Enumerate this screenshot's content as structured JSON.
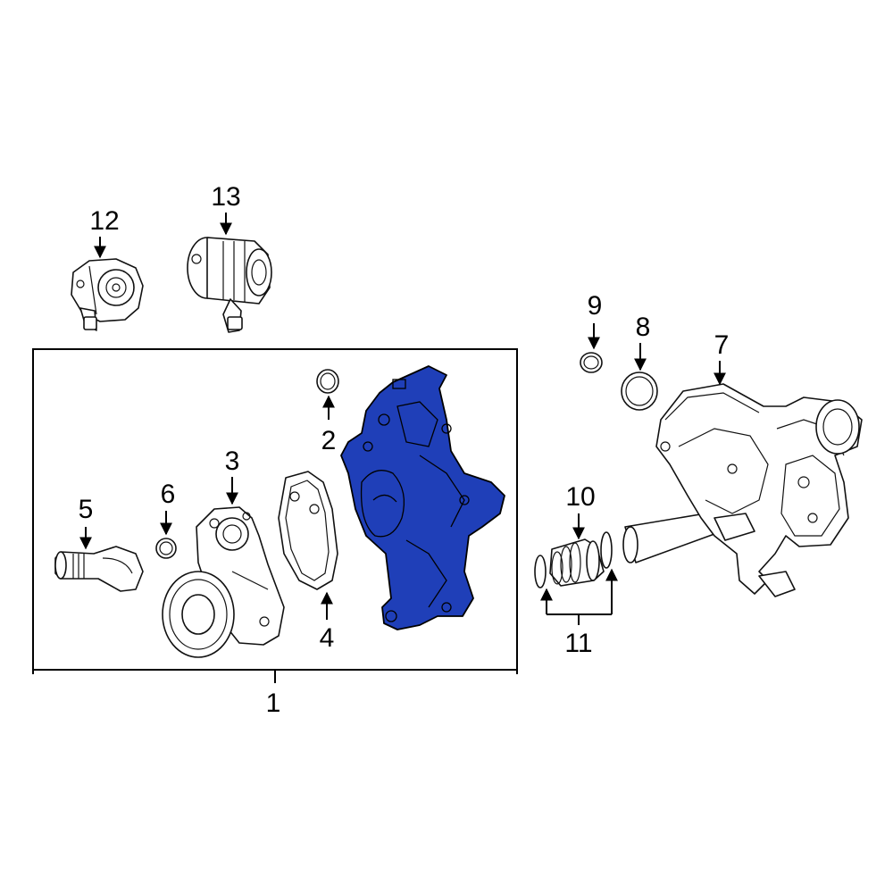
{
  "callouts": {
    "c1": "1",
    "c2": "2",
    "c3": "3",
    "c4": "4",
    "c5": "5",
    "c6": "6",
    "c7": "7",
    "c8": "8",
    "c9": "9",
    "c10": "10",
    "c11": "11",
    "c12": "12",
    "c13": "13"
  },
  "highlighted_part": "2",
  "colors": {
    "highlight": "#1f3fb8",
    "line": "#000000",
    "background": "#ffffff"
  }
}
